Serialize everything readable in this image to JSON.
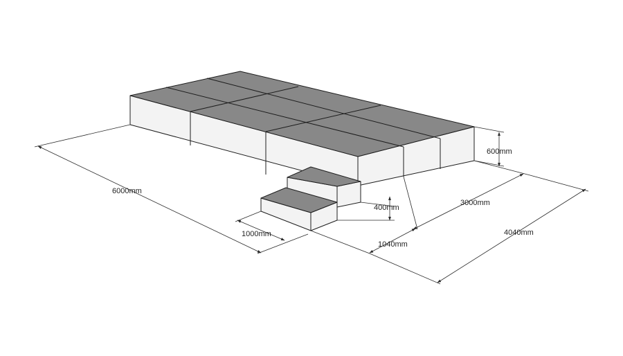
{
  "dimensions": {
    "total_length": "6000mm",
    "total_width": "4040mm",
    "platform_width": "3000mm",
    "platform_height": "600mm",
    "step_height": "400mm",
    "step_width": "1000mm",
    "step_offset": "1040mm"
  },
  "colors": {
    "top_surface": "#888888",
    "side_surface": "#f3f3f3",
    "line": "#1c1c1c"
  }
}
